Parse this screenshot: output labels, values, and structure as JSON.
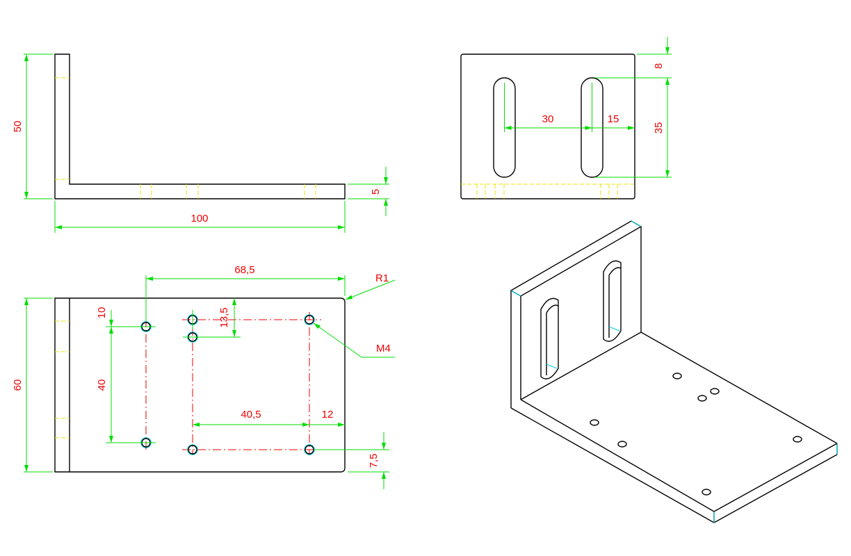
{
  "colors": {
    "outline": "#000000",
    "dimension_line": "#00dd00",
    "dimension_text": "#ee0000",
    "center_line": "#ee0000",
    "hidden_line": "#e6e600",
    "tangent_edge": "#00d0e0"
  },
  "front_view": {
    "dims": {
      "height": "50",
      "length": "100",
      "thickness": "5"
    }
  },
  "side_view": {
    "dims": {
      "top_offset": "8",
      "slot_spacing": "30",
      "edge_offset": "15",
      "slot_length": "35"
    }
  },
  "top_view": {
    "dims": {
      "hole_x": "68,5",
      "radius": "R1",
      "width": "60",
      "row_offset": "10",
      "hole_spacing_y": "40",
      "small_offset": "13,5",
      "hole_spacing_x": "40,5",
      "edge_x": "12",
      "edge_y": "7,5"
    },
    "callouts": {
      "thread": "M4"
    }
  },
  "iso_view": {
    "icon": "bracket-3d-view"
  }
}
